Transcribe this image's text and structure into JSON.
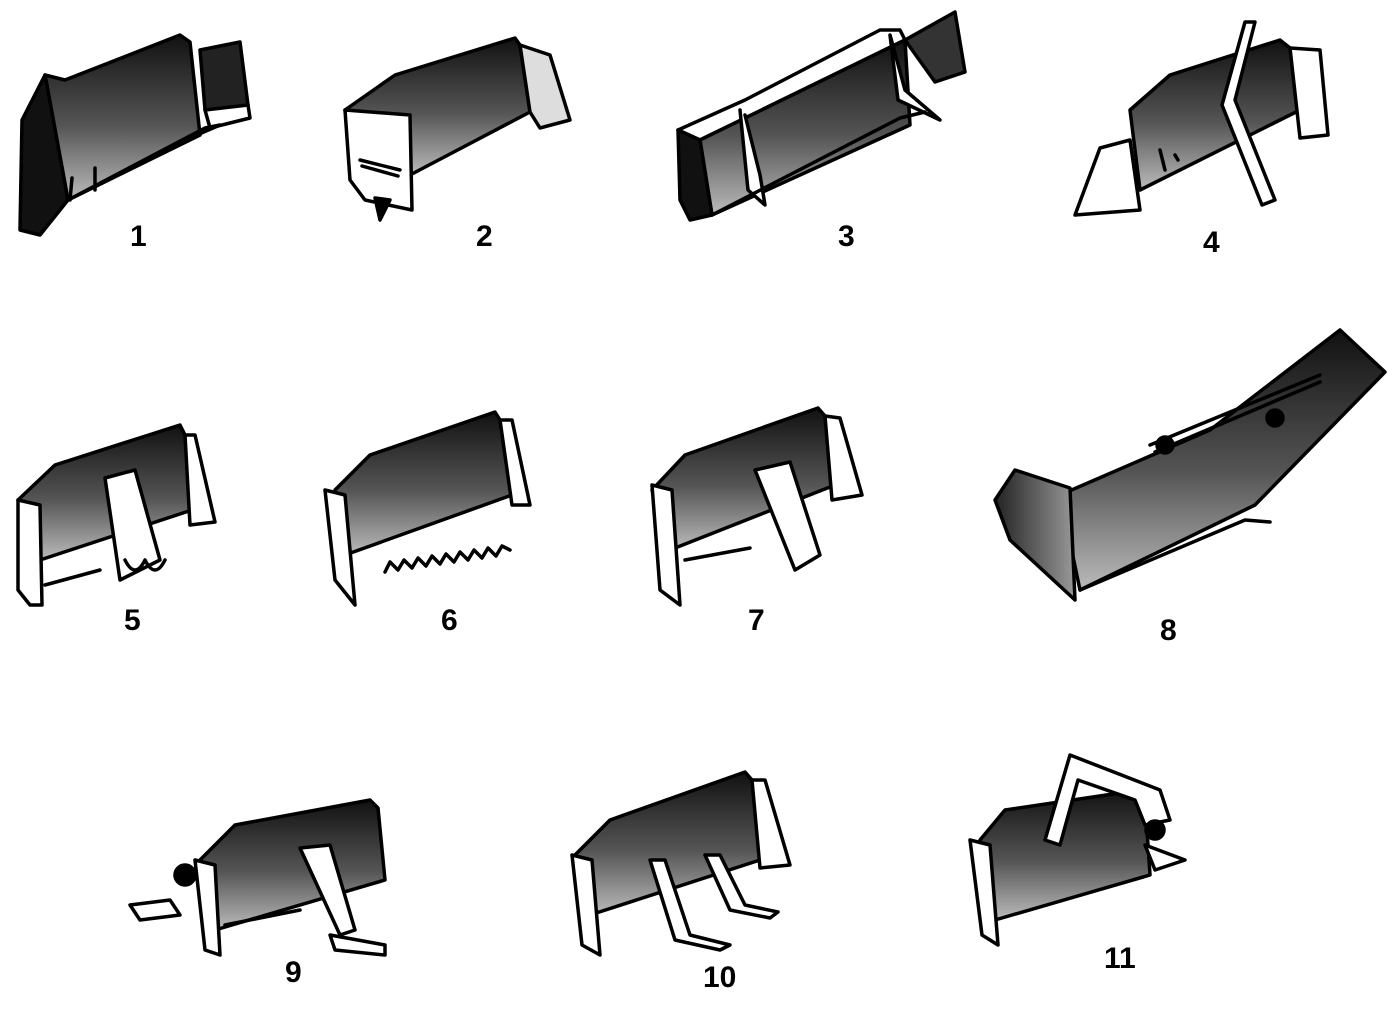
{
  "figure": {
    "items": [
      {
        "label": "1"
      },
      {
        "label": "2"
      },
      {
        "label": "3"
      },
      {
        "label": "4"
      },
      {
        "label": "5"
      },
      {
        "label": "6"
      },
      {
        "label": "7"
      },
      {
        "label": "8"
      },
      {
        "label": "9"
      },
      {
        "label": "10"
      },
      {
        "label": "11"
      }
    ]
  },
  "colors": {
    "ink": "#000000",
    "paper": "#ffffff",
    "shade": "#3a3a3a",
    "mid": "#7a7a7a"
  }
}
